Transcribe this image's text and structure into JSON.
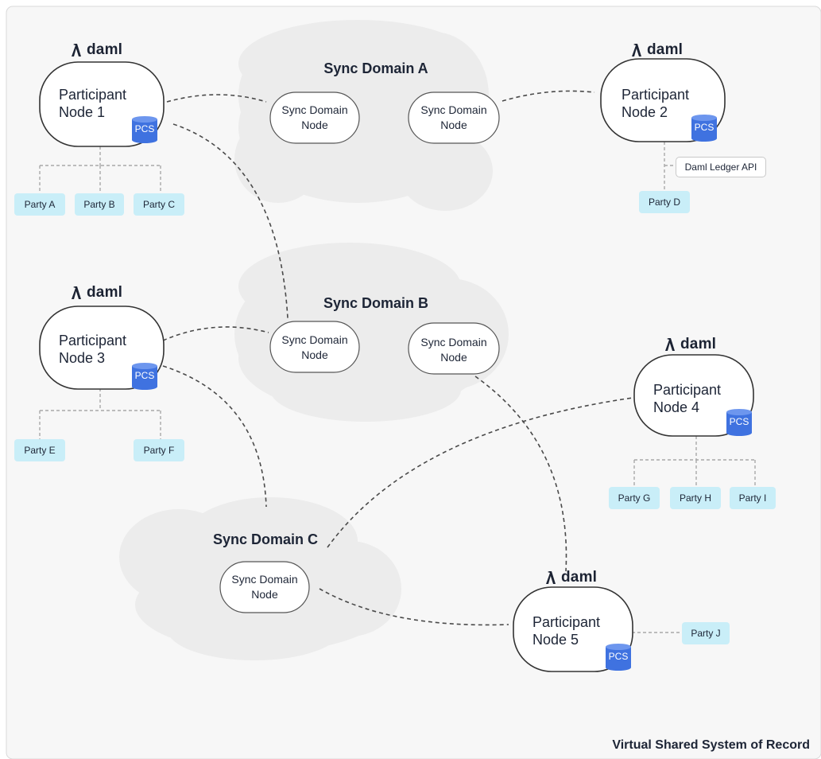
{
  "footer": "Virtual Shared System of Record",
  "brand": "daml",
  "domains": {
    "a": {
      "title": "Sync Domain A",
      "nodes": [
        "Sync Domain\nNode",
        "Sync Domain\nNode"
      ]
    },
    "b": {
      "title": "Sync Domain B",
      "nodes": [
        "Sync Domain\nNode",
        "Sync Domain\nNode"
      ]
    },
    "c": {
      "title": "Sync Domain C",
      "nodes": [
        "Sync Domain\nNode"
      ]
    }
  },
  "participants": {
    "p1": {
      "line1": "Participant",
      "line2": "Node 1",
      "db": "PCS"
    },
    "p2": {
      "line1": "Participant",
      "line2": "Node 2",
      "db": "PCS"
    },
    "p3": {
      "line1": "Participant",
      "line2": "Node 3",
      "db": "PCS"
    },
    "p4": {
      "line1": "Participant",
      "line2": "Node 4",
      "db": "PCS"
    },
    "p5": {
      "line1": "Participant",
      "line2": "Node 5",
      "db": "PCS"
    }
  },
  "parties": {
    "a": "Party A",
    "b": "Party B",
    "c": "Party C",
    "d": "Party D",
    "e": "Party E",
    "f": "Party F",
    "g": "Party G",
    "h": "Party H",
    "i": "Party I",
    "j": "Party J"
  },
  "api_label": "Daml Ledger API",
  "colors": {
    "cloud": "#eeeeee",
    "party": "#c9eef8",
    "db": "#3f72e0",
    "line": "#4a4a4a"
  }
}
